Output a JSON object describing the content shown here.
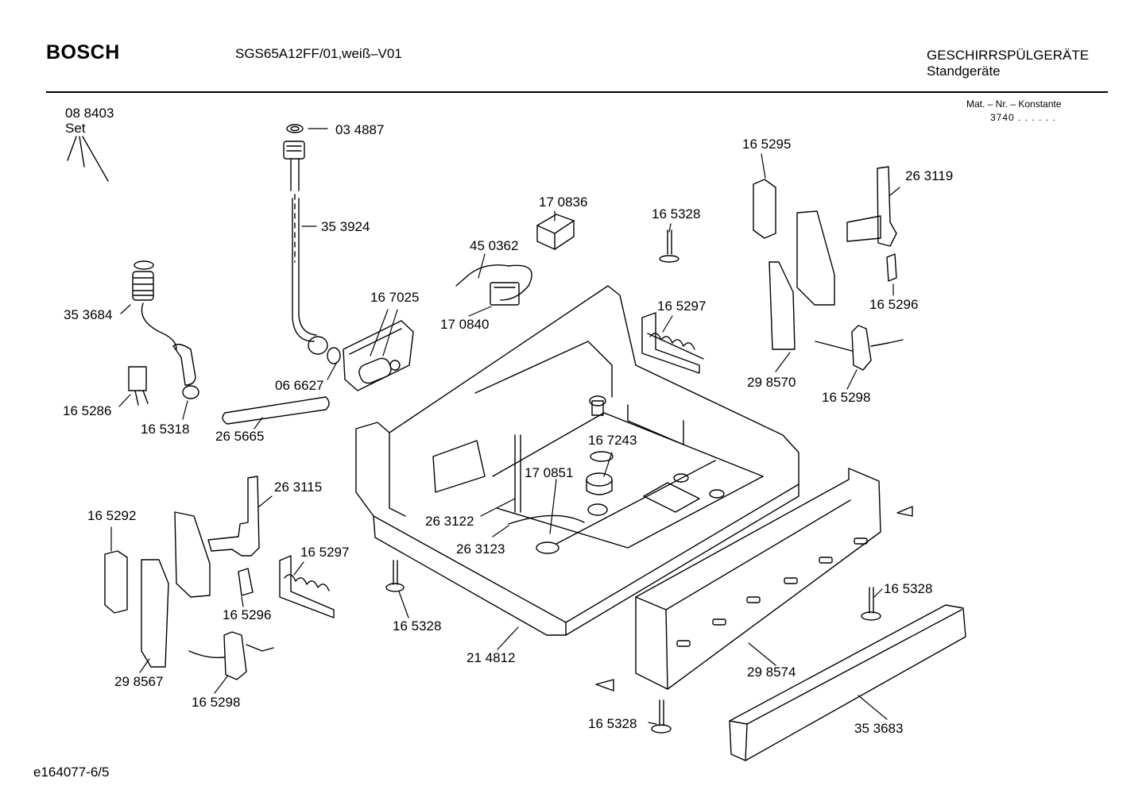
{
  "header": {
    "brand": "BOSCH",
    "model": "SGS65A12FF/01,weiß–V01",
    "category": "GESCHIRRSPÜLGERÄTE",
    "subcategory": "Standgeräte",
    "mat_label": "Mat. – Nr. – Konstante",
    "mat_value": "3740 .  .    .  .  .  ."
  },
  "footer": {
    "drawing_id": "e164077-6/5"
  },
  "set_label": {
    "number": "08 8403",
    "text": "Set"
  },
  "parts": [
    {
      "id": "p034887",
      "text": "03 4887"
    },
    {
      "id": "p353924",
      "text": "35 3924"
    },
    {
      "id": "p353684",
      "text": "35 3684"
    },
    {
      "id": "p167025",
      "text": "16 7025"
    },
    {
      "id": "p066627",
      "text": "06 6627"
    },
    {
      "id": "p165286",
      "text": "16 5286"
    },
    {
      "id": "p165318",
      "text": "16 5318"
    },
    {
      "id": "p265665",
      "text": "26 5665"
    },
    {
      "id": "p170836",
      "text": "17 0836"
    },
    {
      "id": "p450362",
      "text": "45 0362"
    },
    {
      "id": "p170840",
      "text": "17 0840"
    },
    {
      "id": "p165328a",
      "text": "16 5328"
    },
    {
      "id": "p165297a",
      "text": "16 5297"
    },
    {
      "id": "p165295",
      "text": "16 5295"
    },
    {
      "id": "p263119",
      "text": "26 3119"
    },
    {
      "id": "p165296a",
      "text": "16 5296"
    },
    {
      "id": "p298570",
      "text": "29 8570"
    },
    {
      "id": "p165298a",
      "text": "16 5298"
    },
    {
      "id": "p167243",
      "text": "16 7243"
    },
    {
      "id": "p170851",
      "text": "17 0851"
    },
    {
      "id": "p263122",
      "text": "26 3122"
    },
    {
      "id": "p263123",
      "text": "26 3123"
    },
    {
      "id": "p263115",
      "text": "26 3115"
    },
    {
      "id": "p165292",
      "text": "16 5292"
    },
    {
      "id": "p165297b",
      "text": "16 5297"
    },
    {
      "id": "p165296b",
      "text": "16 5296"
    },
    {
      "id": "p298567",
      "text": "29 8567"
    },
    {
      "id": "p165298b",
      "text": "16 5298"
    },
    {
      "id": "p165328b",
      "text": "16 5328"
    },
    {
      "id": "p214812",
      "text": "21 4812"
    },
    {
      "id": "p165328c",
      "text": "16 5328"
    },
    {
      "id": "p298574",
      "text": "29 8574"
    },
    {
      "id": "p165328d",
      "text": "16 5328"
    },
    {
      "id": "p353683",
      "text": "35 3683"
    }
  ]
}
